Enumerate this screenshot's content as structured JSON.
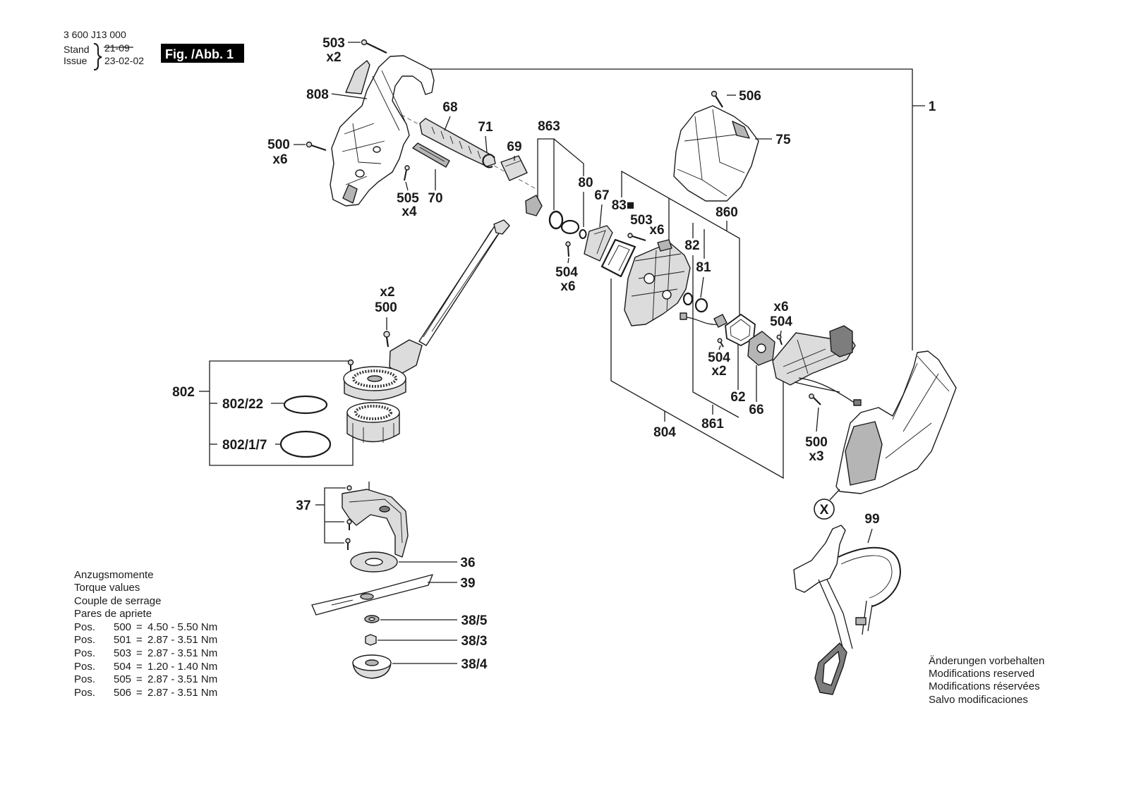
{
  "header": {
    "doc_number": "3 600 J13 000",
    "stand_label": "Stand",
    "stand_date": "21-09",
    "issue_label": "Issue",
    "issue_date": "23-02-02",
    "figure": "Fig. /Abb. 1"
  },
  "callouts": {
    "c503_top": {
      "number": "503",
      "qty": "x2"
    },
    "c808": {
      "number": "808"
    },
    "c500_left": {
      "number": "500",
      "qty": "x6"
    },
    "c68": {
      "number": "68"
    },
    "c71": {
      "number": "71"
    },
    "c69": {
      "number": "69"
    },
    "c505": {
      "number": "505",
      "qty": "x4"
    },
    "c70": {
      "number": "70"
    },
    "c863": {
      "number": "863"
    },
    "c80": {
      "number": "80"
    },
    "c67": {
      "number": "67"
    },
    "c83": {
      "number": "83■"
    },
    "c503_mid": {
      "number": "503",
      "qty": "x6"
    },
    "c506": {
      "number": "506"
    },
    "c75": {
      "number": "75"
    },
    "c1": {
      "number": "1"
    },
    "c860": {
      "number": "860"
    },
    "c82": {
      "number": "82"
    },
    "c81": {
      "number": "81"
    },
    "c504_left": {
      "number": "504",
      "qty": "x6"
    },
    "c500_head": {
      "qty": "x2",
      "number": "500"
    },
    "c504_right": {
      "qty": "x6",
      "number": "504"
    },
    "c504_mid": {
      "number": "504",
      "qty": "x2"
    },
    "c62": {
      "number": "62"
    },
    "c66": {
      "number": "66"
    },
    "c861": {
      "number": "861"
    },
    "c804": {
      "number": "804"
    },
    "c500_right": {
      "number": "500",
      "qty": "x3"
    },
    "c802": {
      "number": "802"
    },
    "c802_22": {
      "number": "802/22"
    },
    "c802_1_7": {
      "number": "802/1/7"
    },
    "cX": {
      "number": "X"
    },
    "c99": {
      "number": "99"
    },
    "c37": {
      "number": "37"
    },
    "c36": {
      "number": "36"
    },
    "c39": {
      "number": "39"
    },
    "c38_5": {
      "number": "38/5"
    },
    "c38_3": {
      "number": "38/3"
    },
    "c38_4": {
      "number": "38/4"
    }
  },
  "torque": {
    "titles": [
      "Anzugsmomente",
      "Torque values",
      "Couple de serrage",
      "Pares de apriete"
    ],
    "pos_label": "Pos.",
    "equals": "=",
    "rows": [
      {
        "part": "500",
        "range": "4.50 - 5.50 Nm"
      },
      {
        "part": "501",
        "range": "2.87 - 3.51 Nm"
      },
      {
        "part": "503",
        "range": "2.87 - 3.51 Nm"
      },
      {
        "part": "504",
        "range": "1.20 - 1.40 Nm"
      },
      {
        "part": "505",
        "range": "2.87 - 3.51 Nm"
      },
      {
        "part": "506",
        "range": "2.87 - 3.51 Nm"
      }
    ]
  },
  "notice": [
    "Änderungen vorbehalten",
    "Modifications reserved",
    "Modifications réservées",
    "Salvo modificaciones"
  ],
  "colors": {
    "ink": "#1a1a1a",
    "figure_box": "#000000",
    "paper": "#ffffff"
  }
}
